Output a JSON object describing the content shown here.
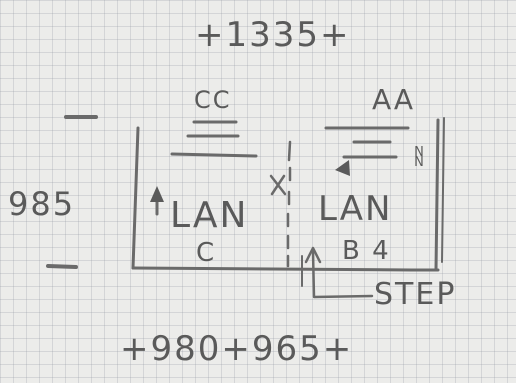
{
  "sheet": {
    "colors": {
      "paper": "#ececea",
      "grid": "#a9adb5",
      "pencil": "#5a5a5a"
    }
  },
  "top_dimension": "+1335+",
  "left_dimension": "985",
  "bottom_dimension": "+980+965+",
  "lanes": {
    "left": {
      "top_label": "CC",
      "body_label": "LAN",
      "sub_label": "C"
    },
    "right": {
      "top_label": "AA",
      "body_label": "LAN",
      "sub_label": "B 4",
      "side_note": "N N"
    }
  },
  "step_label": "STEP"
}
